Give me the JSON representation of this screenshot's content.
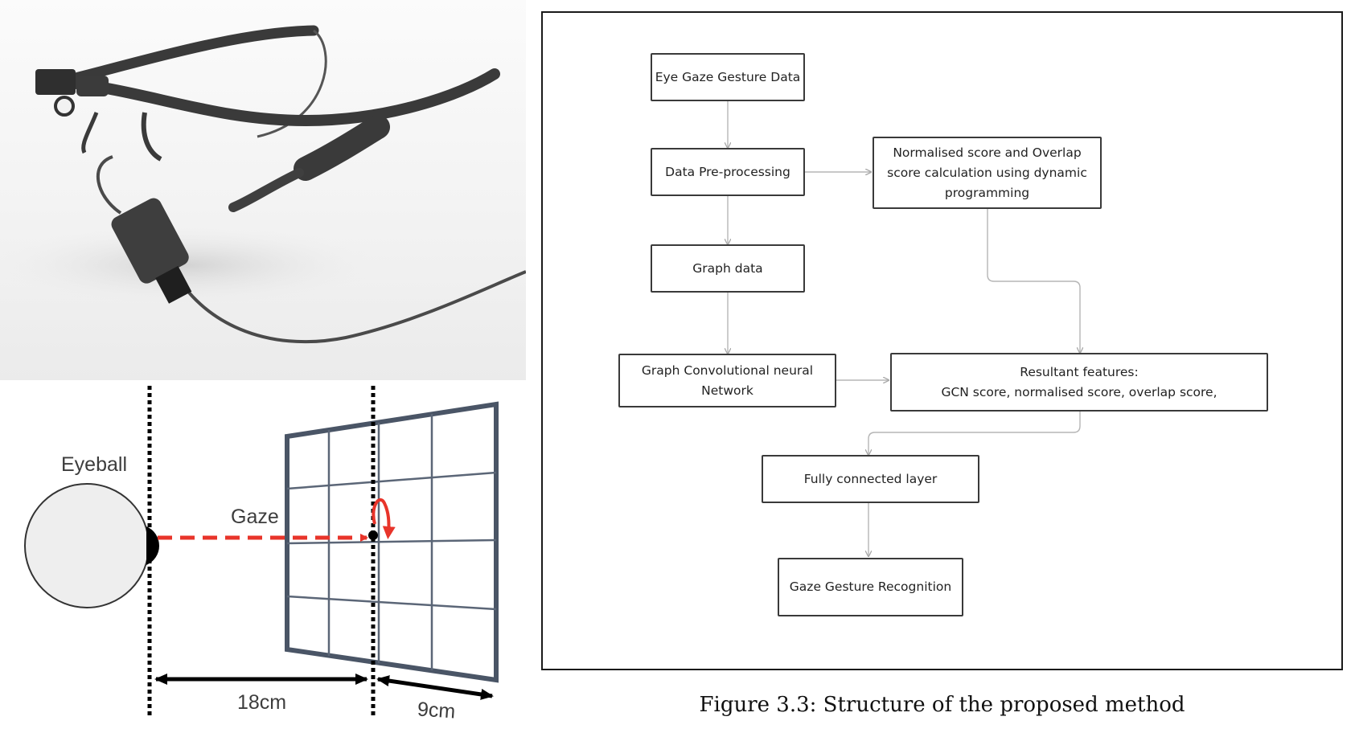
{
  "gaze_diagram": {
    "eyeball_label": "Eyeball",
    "gaze_label": "Gaze",
    "distance_to_screen": "18cm",
    "screen_width": "9cm",
    "colors": {
      "gaze_arrow": "#e8342a",
      "screen_frame": "#4a5566",
      "grid": "#5b6677"
    }
  },
  "flowchart": {
    "nodes": {
      "eye_gaze_data": "Eye Gaze Gesture Data",
      "preprocessing": "Data Pre-processing",
      "score_calc": [
        "Normalised score and Overlap",
        "score calculation using dynamic",
        "programming"
      ],
      "graph_data": "Graph data",
      "gcn": [
        "Graph Convolutional neural",
        "Network"
      ],
      "resultant": [
        "Resultant features:",
        "GCN score, normalised score, overlap score,"
      ],
      "fully_connected": "Fully connected layer",
      "recognition": "Gaze Gesture Recognition"
    },
    "caption": "Figure 3.3: Structure of the proposed method",
    "colors": {
      "box_border": "#3a3a3a",
      "connector": "#b5b5b5"
    }
  }
}
